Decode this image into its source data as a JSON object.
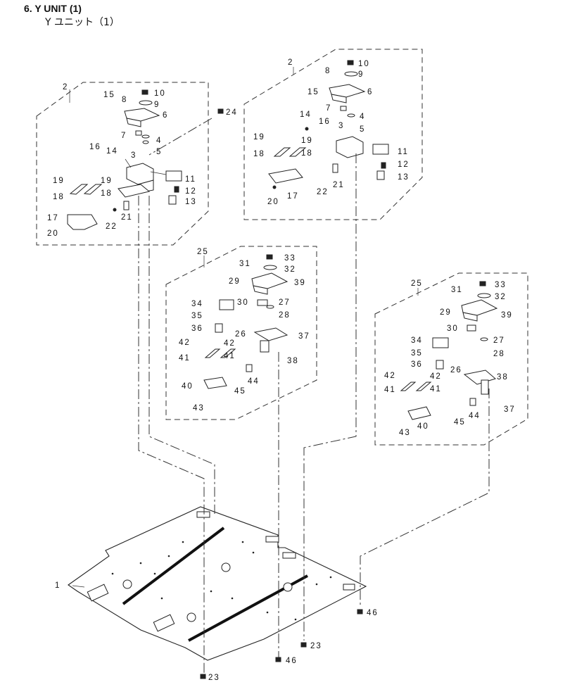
{
  "header": {
    "title": "6.  Y UNIT (1)",
    "subtitle": "Y ユニット（1）"
  },
  "callouts": {
    "n1": "1",
    "n2": "2",
    "n3": "3",
    "n4": "4",
    "n5": "5",
    "n6": "6",
    "n7": "7",
    "n8": "8",
    "n9": "9",
    "n10": "10",
    "n11": "11",
    "n12": "12",
    "n13": "13",
    "n14": "14",
    "n15": "15",
    "n16": "16",
    "n17": "17",
    "n18": "18",
    "n19": "19",
    "n20": "20",
    "n21": "21",
    "n22": "22",
    "n23": "23",
    "n24": "24",
    "n25": "25",
    "n26": "26",
    "n27": "27",
    "n28": "28",
    "n29": "29",
    "n30": "30",
    "n31": "31",
    "n32": "32",
    "n33": "33",
    "n34": "34",
    "n35": "35",
    "n36": "36",
    "n37": "37",
    "n38": "38",
    "n39": "39",
    "n40": "40",
    "n41": "41",
    "n42": "42",
    "n43": "43",
    "n44": "44",
    "n45": "45",
    "n46": "46"
  }
}
